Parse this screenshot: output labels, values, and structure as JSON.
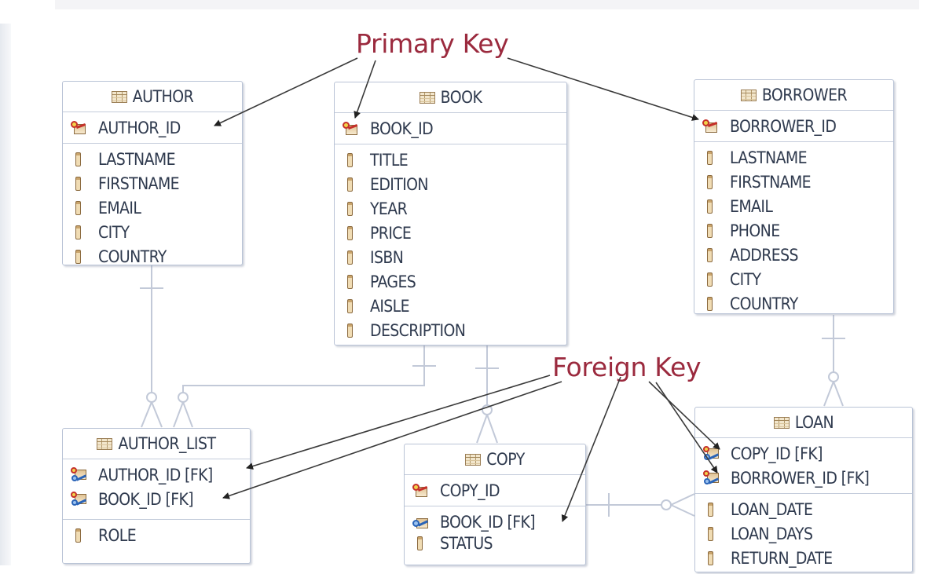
{
  "callouts": {
    "primary_key": "Primary Key",
    "foreign_key": "Foreign Key"
  },
  "entities": {
    "author": {
      "title": "AUTHOR",
      "pk": [
        "AUTHOR_ID"
      ],
      "cols": [
        "LASTNAME",
        "FIRSTNAME",
        "EMAIL",
        "CITY",
        "COUNTRY"
      ]
    },
    "book": {
      "title": "BOOK",
      "pk": [
        "BOOK_ID"
      ],
      "cols": [
        "TITLE",
        "EDITION",
        "YEAR",
        "PRICE",
        "ISBN",
        "PAGES",
        "AISLE",
        "DESCRIPTION"
      ]
    },
    "borrower": {
      "title": "BORROWER",
      "pk": [
        "BORROWER_ID"
      ],
      "cols": [
        "LASTNAME",
        "FIRSTNAME",
        "EMAIL",
        "PHONE",
        "ADDRESS",
        "CITY",
        "COUNTRY"
      ]
    },
    "author_list": {
      "title": "AUTHOR_LIST",
      "keys": [
        "AUTHOR_ID [FK]",
        "BOOK_ID [FK]"
      ],
      "cols": [
        "ROLE"
      ]
    },
    "copy": {
      "title": "COPY",
      "pk": [
        "COPY_ID"
      ],
      "fk": [
        "BOOK_ID [FK]"
      ],
      "cols": [
        "STATUS"
      ]
    },
    "loan": {
      "title": "LOAN",
      "keys": [
        "COPY_ID [FK]",
        "BORROWER_ID [FK]"
      ],
      "cols": [
        "LOAN_DATE",
        "LOAN_DAYS",
        "RETURN_DATE"
      ]
    }
  },
  "icons": {
    "table": "table-icon",
    "column": "column-icon",
    "primary_key": "primary-key-icon",
    "foreign_key": "foreign-key-icon",
    "pk_fk": "primary-foreign-key-icon"
  },
  "colors": {
    "callout": "#9b2a3e",
    "border": "#b9c3d6",
    "line": "#c2c9d8",
    "arrow": "#222222"
  }
}
